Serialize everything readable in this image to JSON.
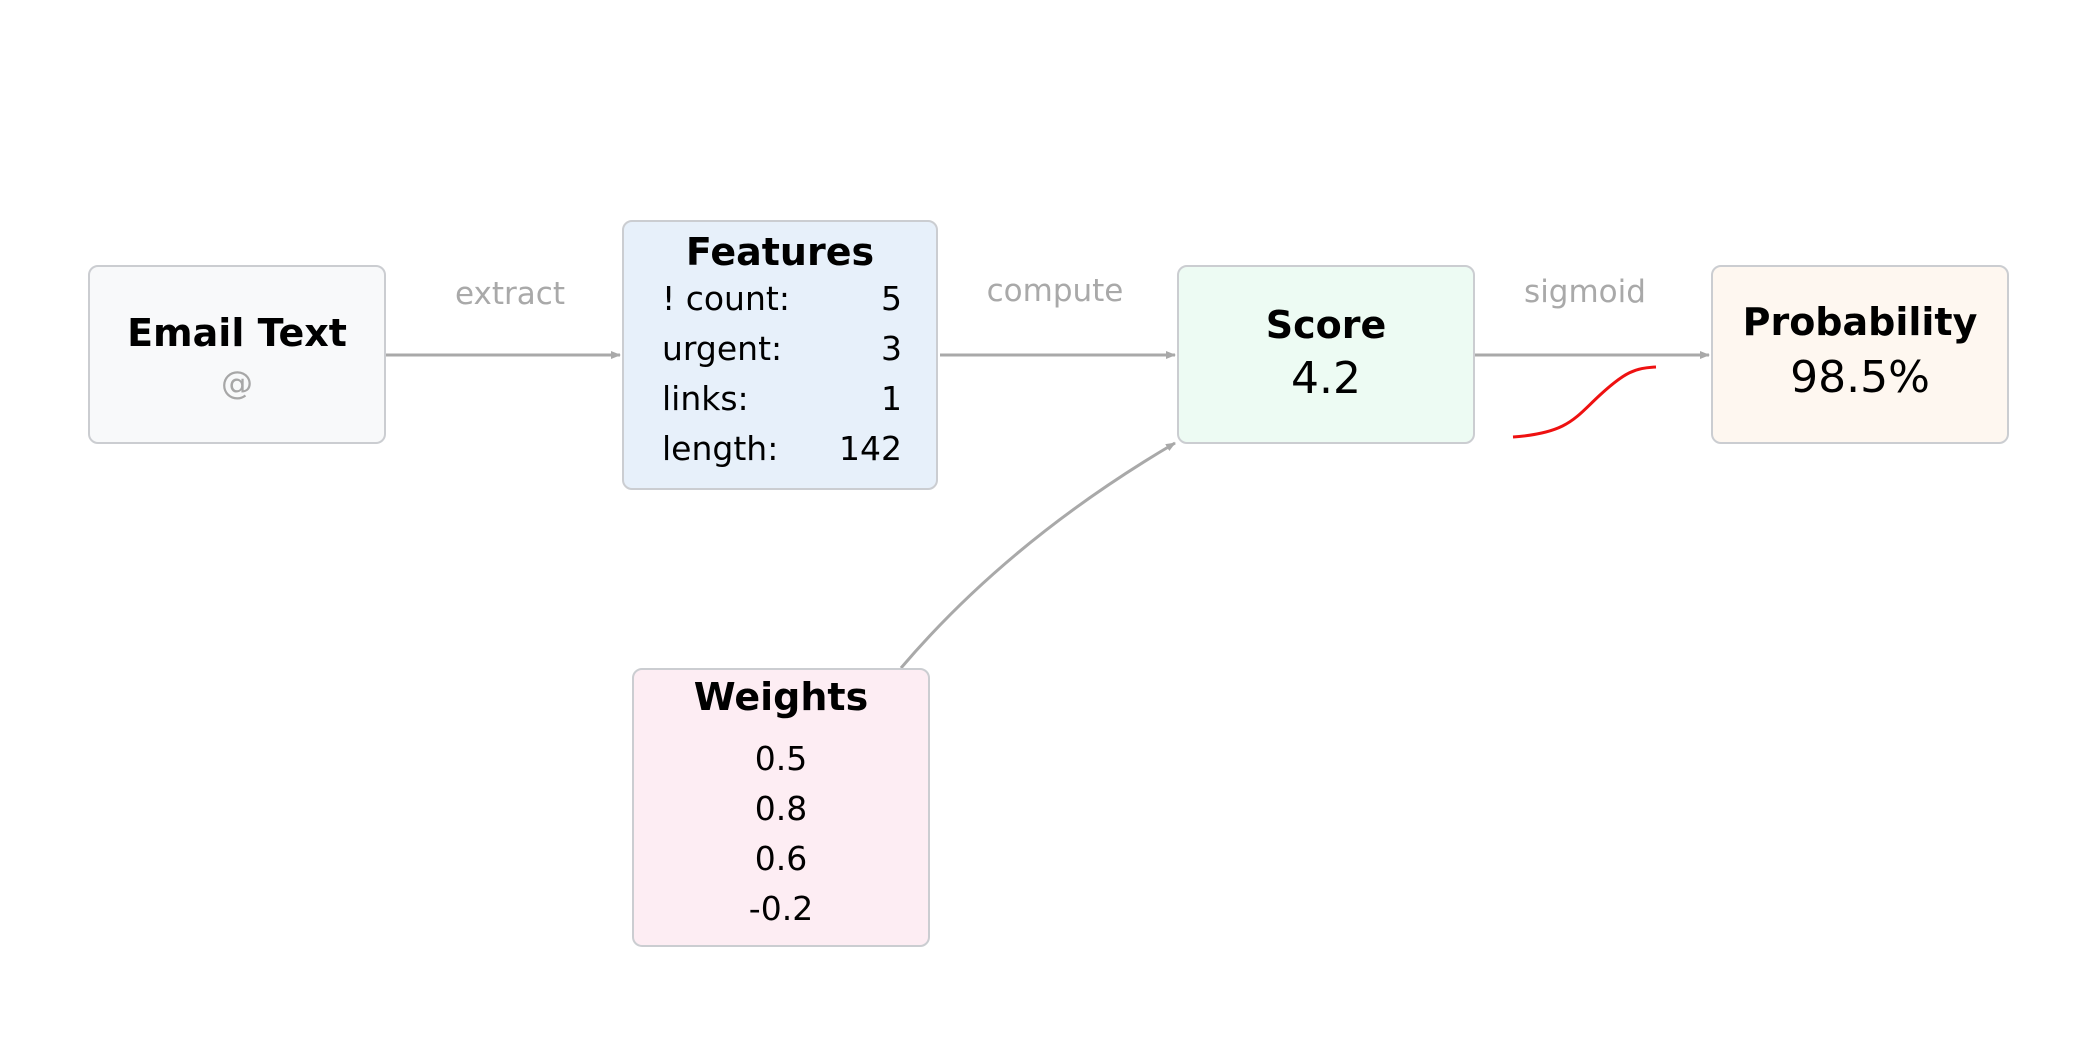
{
  "nodes": {
    "email": {
      "title": "Email Text",
      "icon_glyph": "@",
      "icon": "at-sign-icon"
    },
    "features": {
      "title": "Features",
      "rows": [
        {
          "label": "! count:",
          "value": "5"
        },
        {
          "label": "urgent:",
          "value": "3"
        },
        {
          "label": "links:",
          "value": "1"
        },
        {
          "label": "length:",
          "value": "142"
        }
      ]
    },
    "score": {
      "title": "Score",
      "value": "4.2"
    },
    "probability": {
      "title": "Probability",
      "value": "98.5%"
    },
    "weights": {
      "title": "Weights",
      "values": [
        "0.5",
        "0.8",
        "0.6",
        "-0.2"
      ]
    }
  },
  "edges": {
    "extract": "extract",
    "compute": "compute",
    "sigmoid": "sigmoid"
  },
  "colors": {
    "edge": "#a9a9a9",
    "sigmoid_curve": "#ee1111",
    "node_border": "#cbcdd1",
    "email_fill": "#f8f9fa",
    "features_fill": "#e7f0fa",
    "score_fill": "#edfbf3",
    "probability_fill": "#fef7f0",
    "weights_fill": "#fdedf3"
  }
}
